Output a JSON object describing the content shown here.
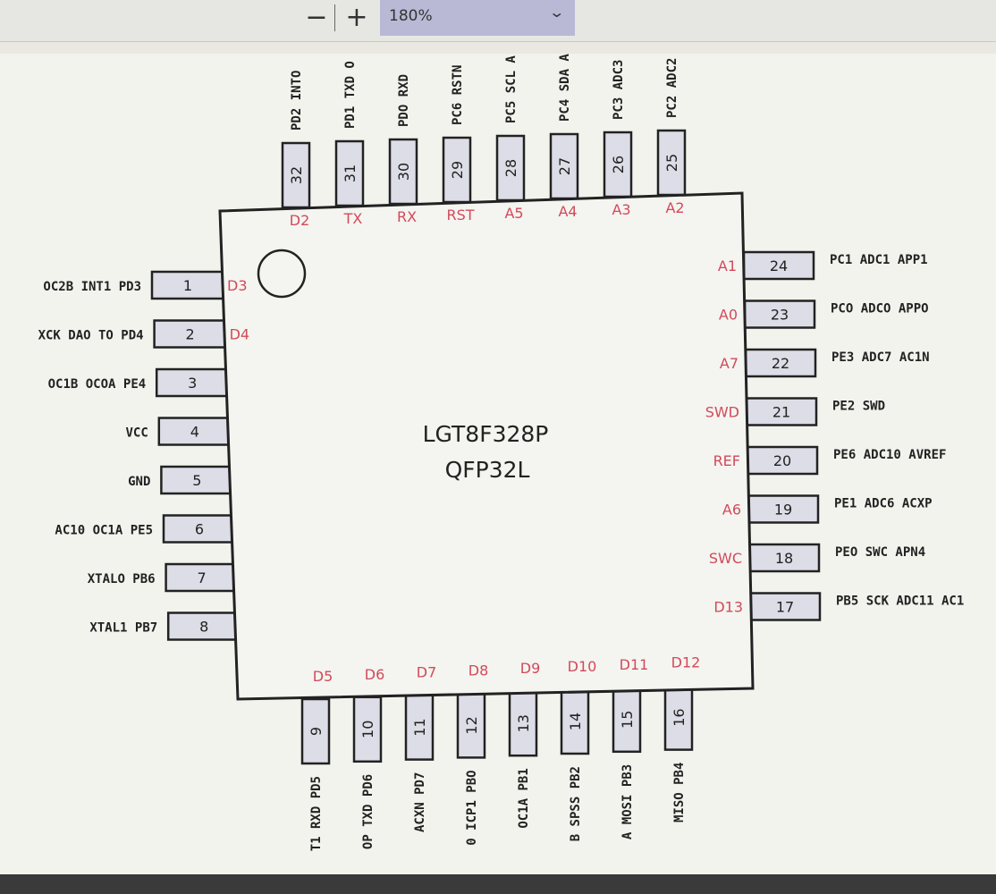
{
  "toolbar": {
    "zoom_out_label": "−",
    "zoom_in_label": "+",
    "zoom_value": "180%",
    "chevron": "⌄"
  },
  "chip": {
    "name": "LGT8F328P",
    "package": "QFP32L",
    "colors": {
      "vcc": "#e0463a",
      "gnd": "#1c1c1c",
      "alias": "#d24a5a",
      "pin_fill": "#dcdde6"
    },
    "pins": [
      {
        "num": "1",
        "alias": "D3",
        "func": "OC2B INT1 PD3"
      },
      {
        "num": "2",
        "alias": "D4",
        "func": "XCK DAO TO PD4"
      },
      {
        "num": "3",
        "alias": "",
        "func": "OC1B OCOA PE4"
      },
      {
        "num": "4",
        "alias": "",
        "func": "VCC",
        "style": "vcc"
      },
      {
        "num": "5",
        "alias": "",
        "func": "GND",
        "style": "gnd"
      },
      {
        "num": "6",
        "alias": "",
        "func": "AC10 OC1A PE5"
      },
      {
        "num": "7",
        "alias": "",
        "func": "XTALO PB6"
      },
      {
        "num": "8",
        "alias": "",
        "func": "XTAL1 PB7"
      },
      {
        "num": "9",
        "alias": "D5",
        "func": "T1 RXD PD5"
      },
      {
        "num": "10",
        "alias": "D6",
        "func": "OP TXD PD6"
      },
      {
        "num": "11",
        "alias": "D7",
        "func": "ACXN PD7"
      },
      {
        "num": "12",
        "alias": "D8",
        "func": "0 ICP1 PBO"
      },
      {
        "num": "13",
        "alias": "D9",
        "func": "OC1A PB1"
      },
      {
        "num": "14",
        "alias": "D10",
        "func": "B SPSS PB2"
      },
      {
        "num": "15",
        "alias": "D11",
        "func": "A MOSI PB3"
      },
      {
        "num": "16",
        "alias": "D12",
        "func": "MISO PB4"
      },
      {
        "num": "17",
        "alias": "D13",
        "func": "PB5 SCK ADC11 AC1"
      },
      {
        "num": "18",
        "alias": "SWC",
        "func": "PEO SWC APN4"
      },
      {
        "num": "19",
        "alias": "A6",
        "func": "PE1 ADC6 ACXP"
      },
      {
        "num": "20",
        "alias": "REF",
        "func": "PE6 ADC10 AVREF"
      },
      {
        "num": "21",
        "alias": "SWD",
        "func": "PE2 SWD"
      },
      {
        "num": "22",
        "alias": "A7",
        "func": "PE3 ADC7 AC1N"
      },
      {
        "num": "23",
        "alias": "A0",
        "func": "PCO ADCO APPO"
      },
      {
        "num": "24",
        "alias": "A1",
        "func": "PC1 ADC1 APP1"
      },
      {
        "num": "25",
        "alias": "A2",
        "func": "PC2 ADC2"
      },
      {
        "num": "26",
        "alias": "A3",
        "func": "PC3 ADC3"
      },
      {
        "num": "27",
        "alias": "A4",
        "func": "PC4 SDA A"
      },
      {
        "num": "28",
        "alias": "A5",
        "func": "PC5 SCL A"
      },
      {
        "num": "29",
        "alias": "RST",
        "func": "PC6 RSTN"
      },
      {
        "num": "30",
        "alias": "RX",
        "func": "PDO RXD"
      },
      {
        "num": "31",
        "alias": "TX",
        "func": "PD1 TXD O"
      },
      {
        "num": "32",
        "alias": "D2",
        "func": "PD2 INTO"
      }
    ]
  }
}
